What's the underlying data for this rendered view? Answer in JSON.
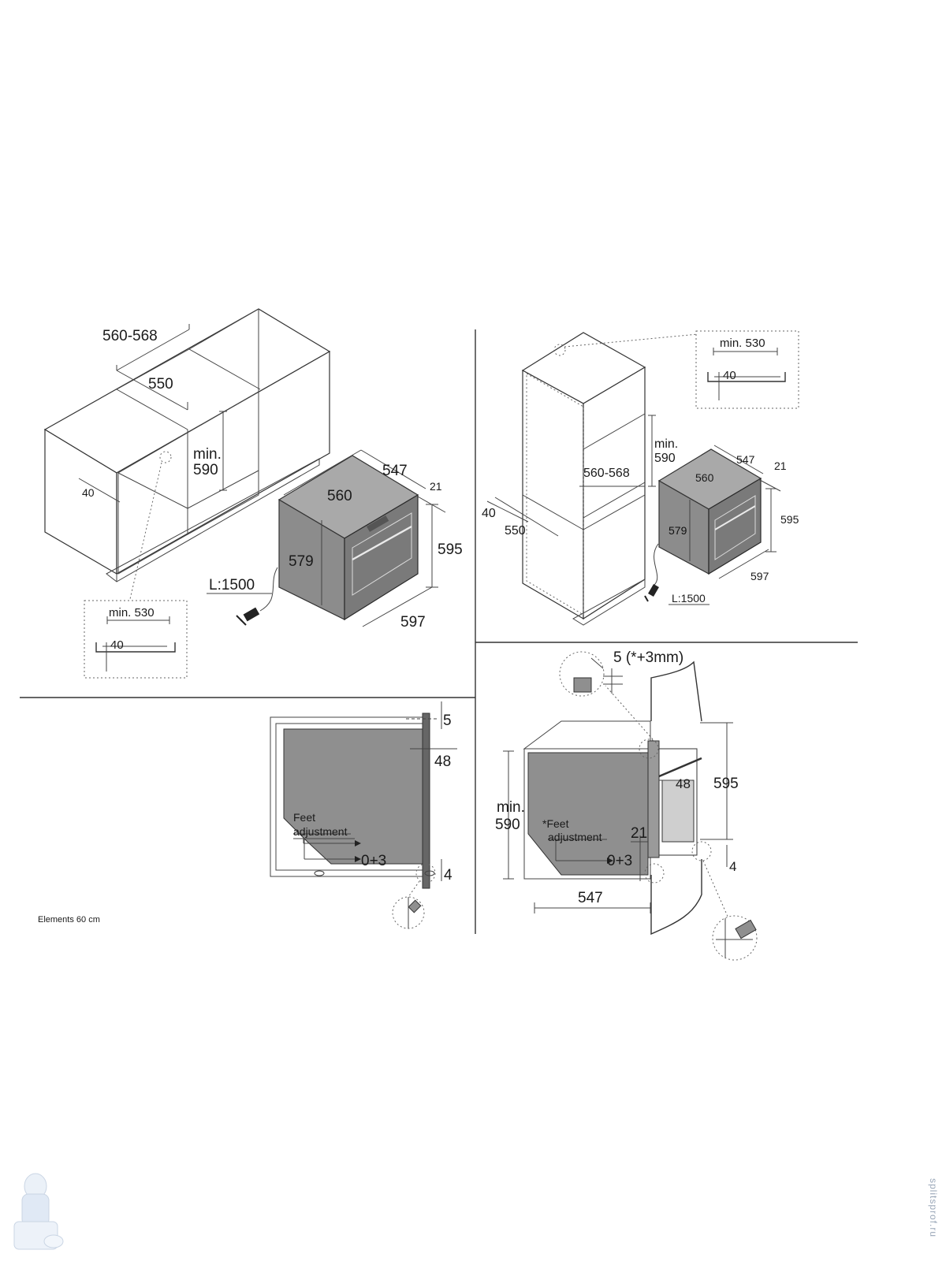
{
  "footer": {
    "caption": "Elements 60 cm"
  },
  "watermark": {
    "side_text": "splitsprof.ru"
  },
  "panel_top_left": {
    "dims": {
      "niche_width": "560-568",
      "inner_width": "550",
      "min_height_1": "min.",
      "min_height_2": "590",
      "depth_offset": "40",
      "oven_width_top": "560",
      "oven_depth": "547",
      "oven_front": "21",
      "oven_height_right": "595",
      "oven_height_left": "579",
      "oven_width_bottom": "597",
      "cable": "L:1500"
    },
    "detail": {
      "min_depth": "min. 530",
      "offset": "40"
    }
  },
  "panel_top_right": {
    "dims": {
      "niche_width": "560-568",
      "inner_width": "550",
      "min_height_1": "min.",
      "min_height_2": "590",
      "depth_offset": "40",
      "oven_width_top": "560",
      "oven_depth": "547",
      "oven_front": "21",
      "oven_height_right": "595",
      "oven_height_left": "579",
      "oven_width_bottom": "597",
      "cable": "L:1500"
    },
    "detail": {
      "min_depth": "min. 530",
      "offset": "40"
    }
  },
  "panel_bottom_left": {
    "dims": {
      "gap_top": "5",
      "door": "48",
      "gap_bottom": "4",
      "feet_range": "0+3"
    },
    "label_1": "Feet",
    "label_2": "adjustment"
  },
  "panel_bottom_right": {
    "dims": {
      "gap_top": "5 (*+3mm)",
      "door": "48",
      "height": "595",
      "gap_bottom": "4",
      "min_height_1": "min.",
      "min_height_2": "590",
      "front": "21",
      "feet_range": "0+3",
      "depth": "547"
    },
    "label_1": "*Feet",
    "label_2": "adjustment"
  },
  "colors": {
    "appliance_gray": "#8c8c8c",
    "line": "#333333",
    "background": "#ffffff"
  }
}
